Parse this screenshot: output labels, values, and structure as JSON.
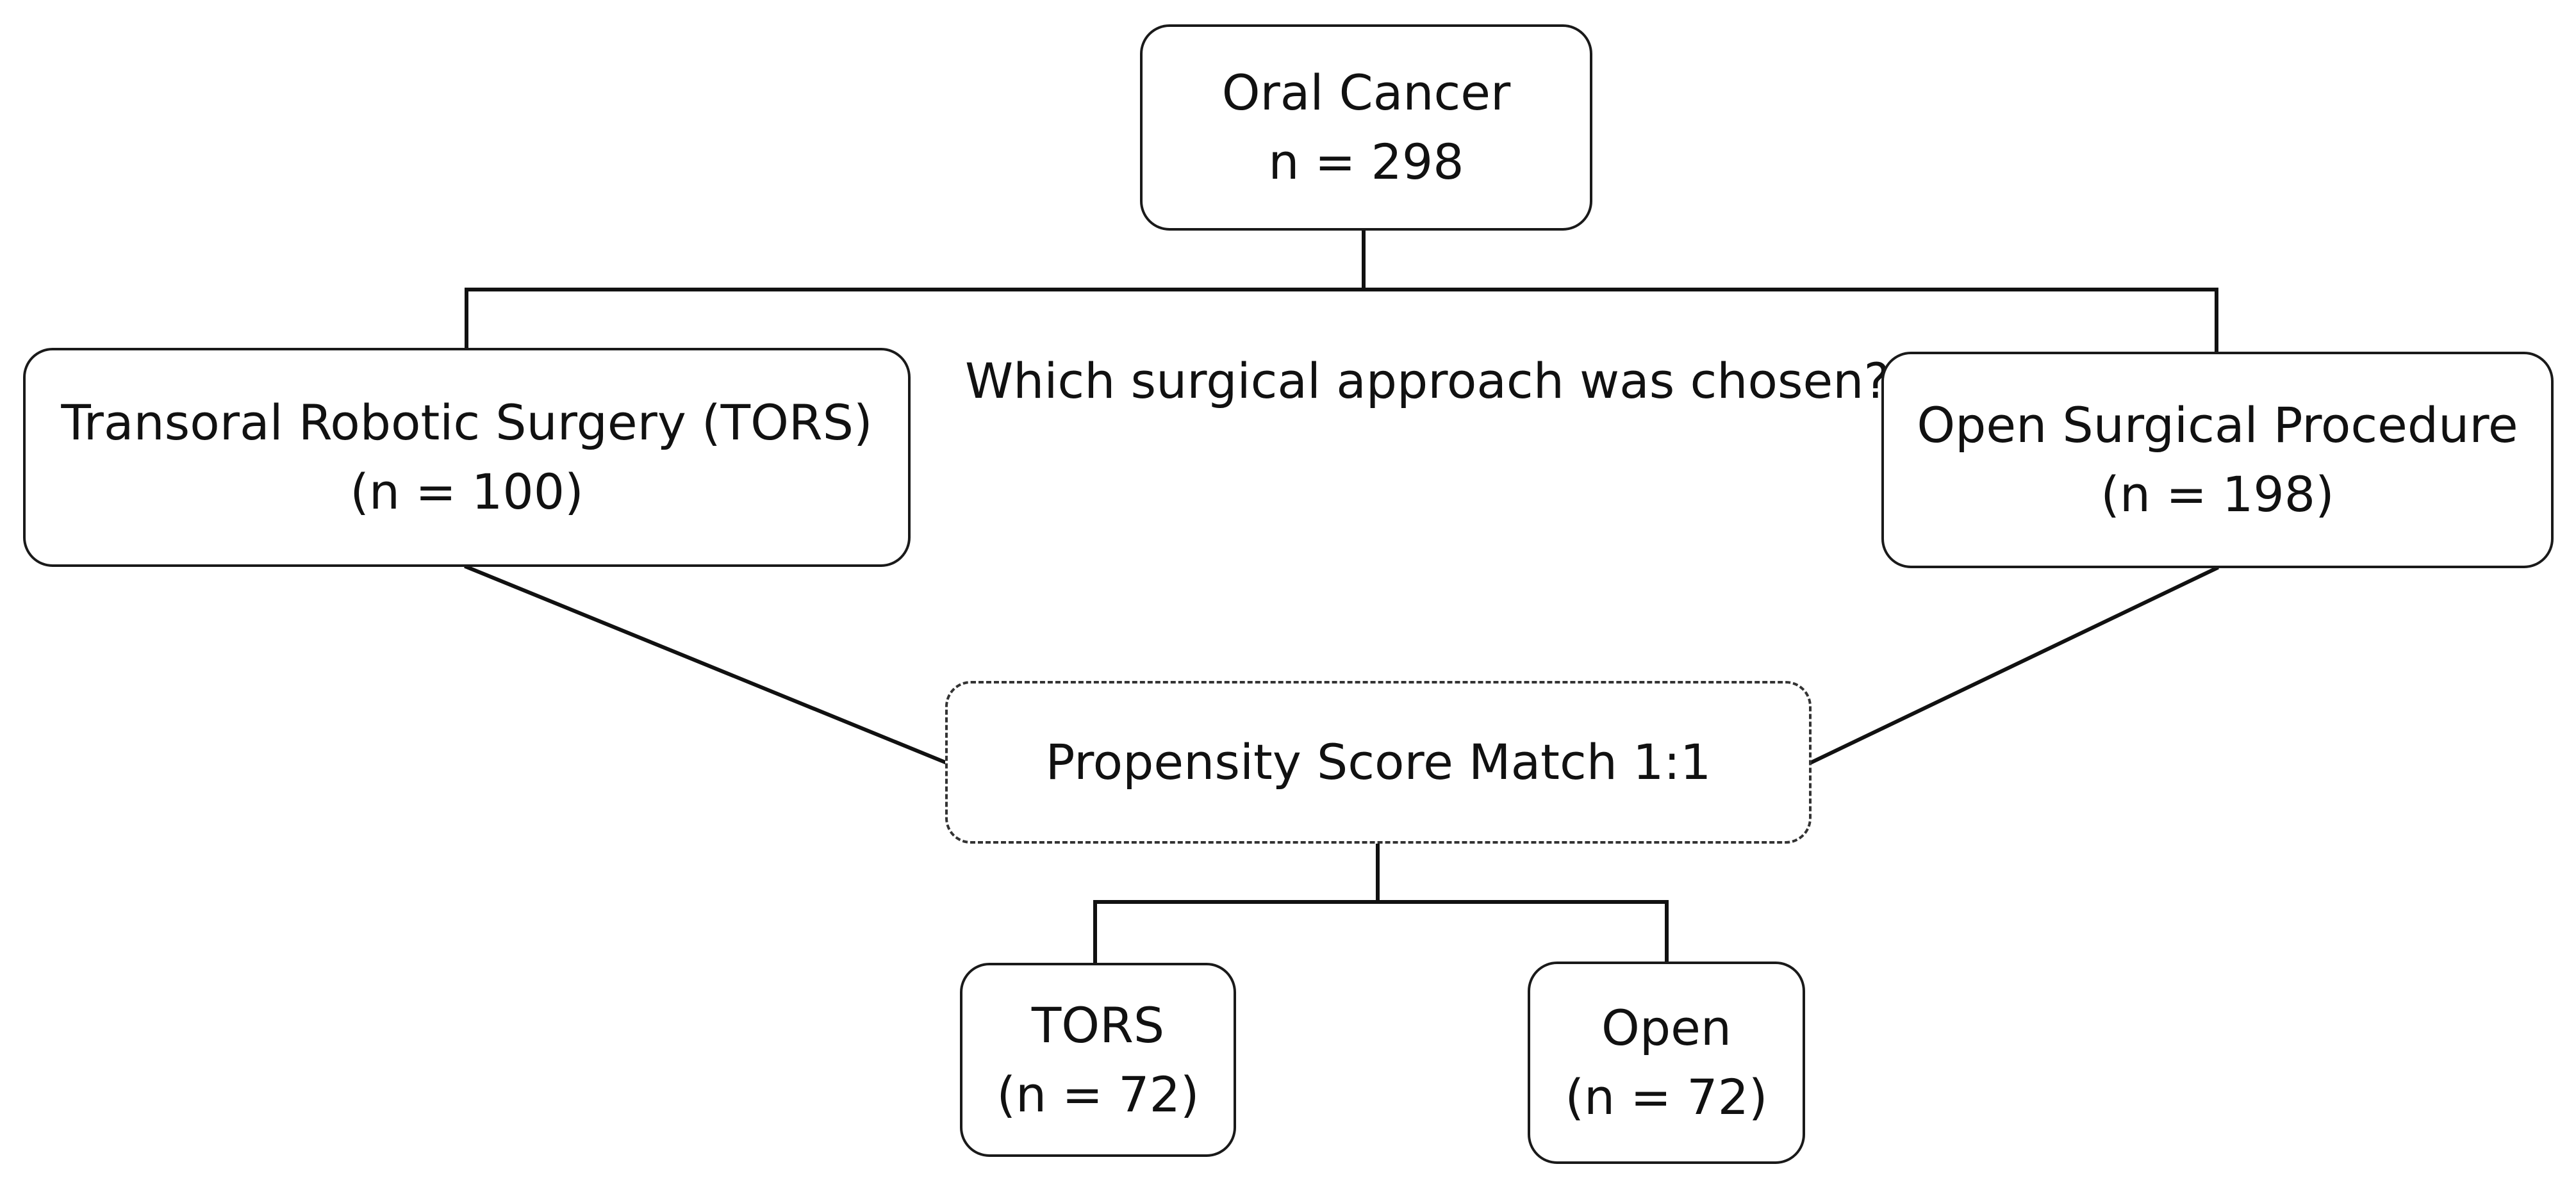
{
  "nodes": {
    "root": {
      "line1": "Oral Cancer",
      "line2": "n = 298"
    },
    "tors": {
      "line1": "Transoral Robotic Surgery (TORS)",
      "line2": "(n = 100)"
    },
    "open": {
      "line1": "Open Surgical Procedure",
      "line2": "(n = 198)"
    },
    "psm": {
      "line1": "Propensity Score Match 1:1"
    },
    "tors_matched": {
      "line1": "TORS",
      "line2": "(n = 72)"
    },
    "open_matched": {
      "line1": "Open",
      "line2": "(n = 72)"
    }
  },
  "question": "Which surgical approach was chosen?",
  "colors": {
    "line": "#111111",
    "border": "#1a1a1a",
    "text": "#111111",
    "background": "#ffffff"
  }
}
